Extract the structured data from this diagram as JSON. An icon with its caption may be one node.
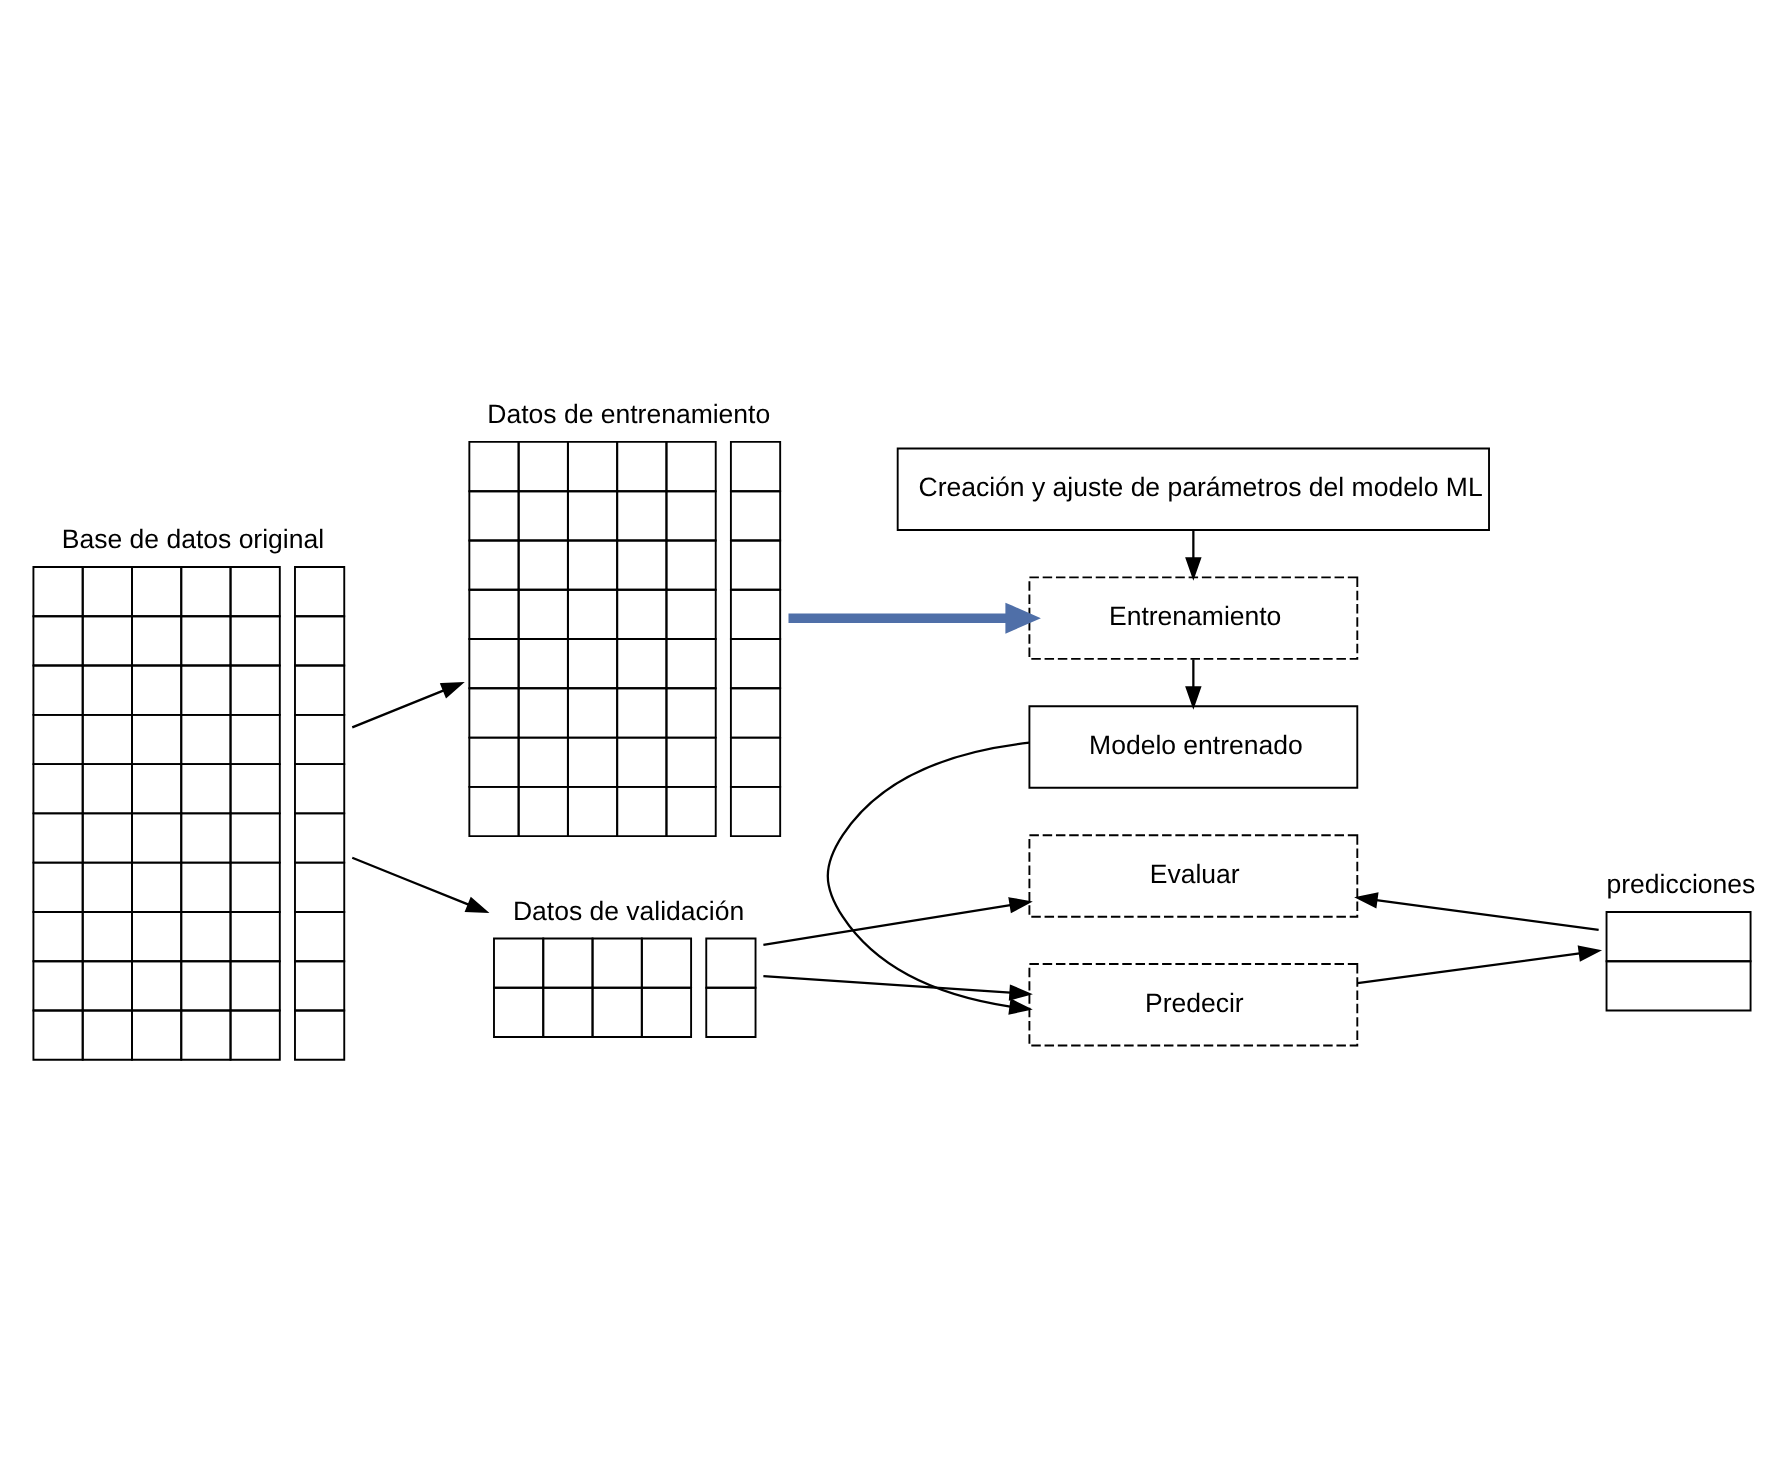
{
  "diagram": {
    "nodes": [
      {
        "text": [
          "Base de datos original"
        ]
      },
      {
        "text": [
          "Datos de entrenamiento"
        ]
      },
      {
        "text": [
          "Datos de validación"
        ]
      },
      {
        "text": [
          "Creación y ajuste de parámetros del modelo ML"
        ]
      },
      {
        "text": [
          "Entrenamiento"
        ]
      },
      {
        "text": [
          "Modelo entrenado"
        ]
      },
      {
        "text": [
          "Predecir"
        ]
      },
      {
        "text": [
          "predicciones"
        ]
      },
      {
        "text": [
          "Evaluar"
        ]
      }
    ],
    "edges": [
      {
        "from": 0,
        "to": 1,
        "arrow": "to"
      },
      {
        "from": 0,
        "to": 2,
        "arrow": "to"
      },
      {
        "from": 1,
        "to": 4,
        "arrow": "to",
        "style": "thick",
        "color": "#4f6fa8"
      },
      {
        "from": 3,
        "to": 4,
        "arrow": "to"
      },
      {
        "from": 4,
        "to": 5,
        "arrow": "to"
      },
      {
        "from": 5,
        "to": 6,
        "arrow": "to"
      },
      {
        "from": 2,
        "to": 6,
        "arrow": "to"
      },
      {
        "from": 6,
        "to": 7,
        "arrow": "to"
      },
      {
        "from": 7,
        "to": 8,
        "arrow": "to"
      },
      {
        "from": 2,
        "to": 8,
        "arrow": "to"
      }
    ]
  }
}
